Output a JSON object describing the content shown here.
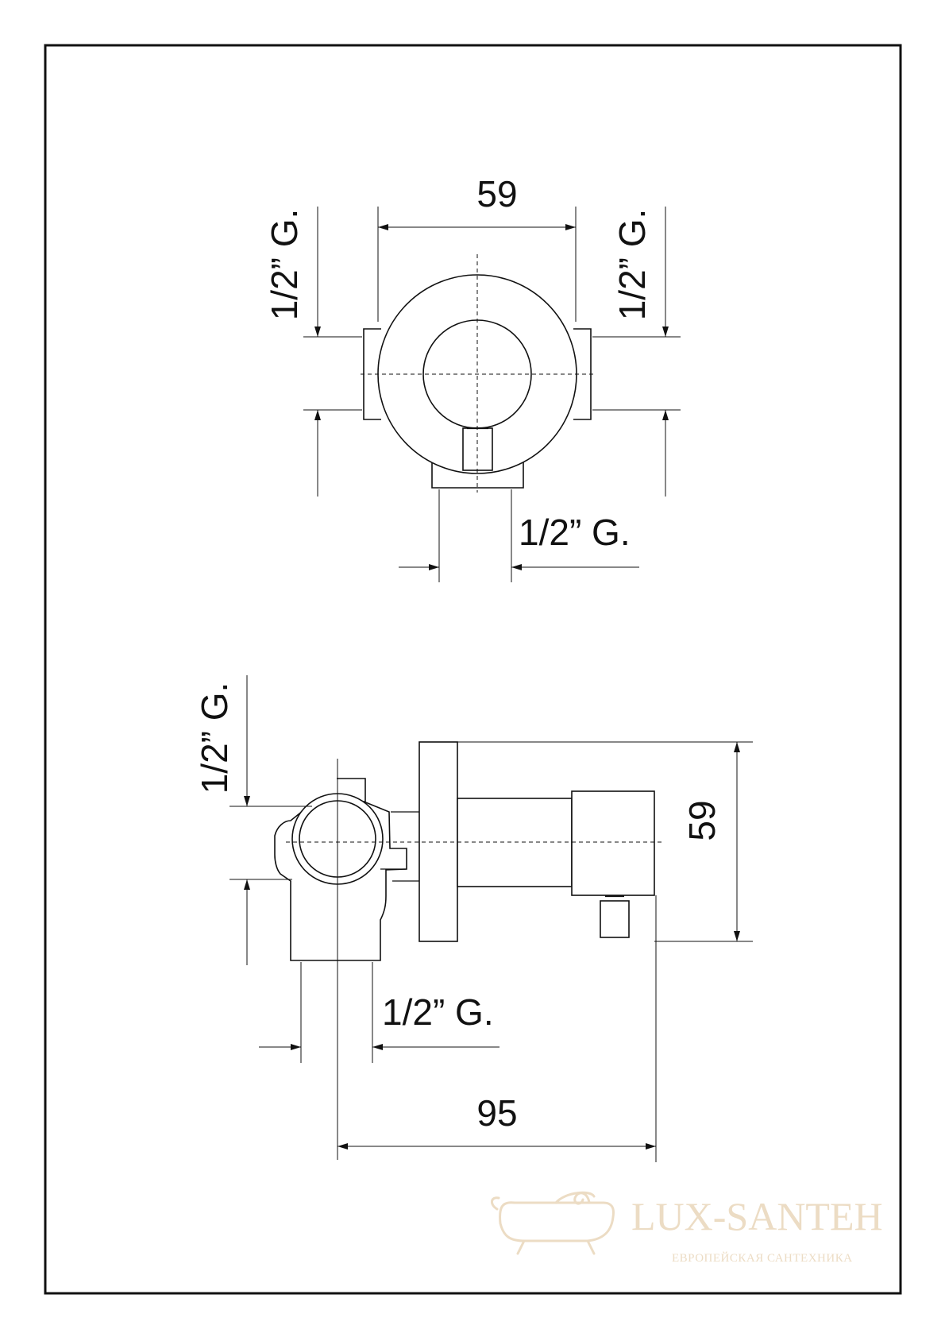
{
  "drawing": {
    "top_view": {
      "width_label": "59",
      "left_thread_label": "1/2” G.",
      "right_thread_label": "1/2” G.",
      "bottom_thread_label": "1/2” G."
    },
    "side_view": {
      "left_thread_label": "1/2” G.",
      "bottom_thread_label": "1/2” G.",
      "height_label": "59",
      "depth_label": "95"
    }
  },
  "watermark": {
    "name": "LUX-SANTEH",
    "tagline": "ЕВРОПЕЙСКАЯ САНТЕХНИКА",
    "icon": "bathtub-logo-icon",
    "color": "#ecdcc4"
  }
}
